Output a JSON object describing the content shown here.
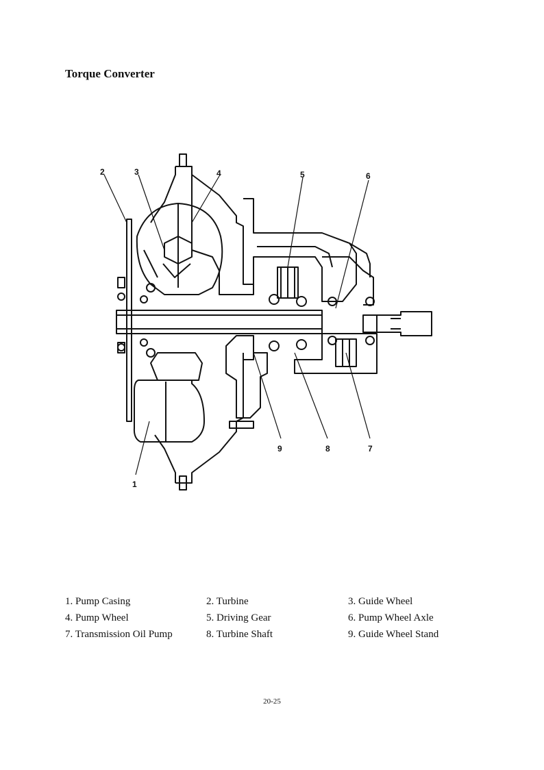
{
  "page": {
    "title": "Torque Converter",
    "page_number": "20-25"
  },
  "diagram": {
    "callouts": [
      "1",
      "2",
      "3",
      "4",
      "5",
      "6",
      "7",
      "8",
      "9"
    ]
  },
  "legend": {
    "rows": [
      [
        "1. Pump Casing",
        "2. Turbine",
        "3. Guide Wheel"
      ],
      [
        "4. Pump Wheel",
        "5. Driving Gear",
        "6. Pump Wheel Axle"
      ],
      [
        "7. Transmission Oil Pump",
        "8. Turbine Shaft",
        "9. Guide Wheel Stand"
      ]
    ]
  }
}
